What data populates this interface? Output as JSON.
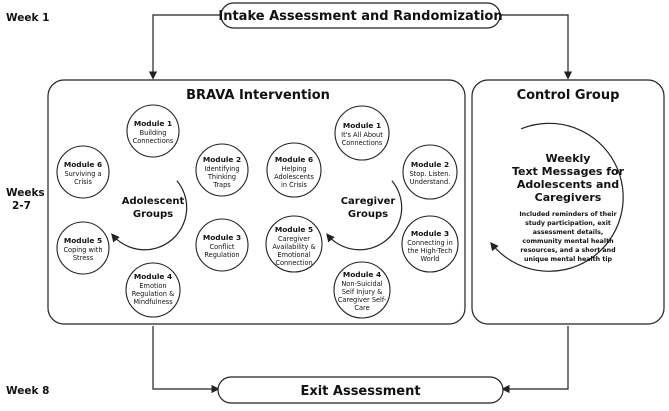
{
  "week_labels": {
    "week1": "Week 1",
    "weeks_mid_line1": "Weeks",
    "weeks_mid_line2": "2-7",
    "week8": "Week 8"
  },
  "intake": {
    "label": "Intake Assessment and Randomization"
  },
  "exit": {
    "label": "Exit Assessment"
  },
  "intervention": {
    "title": "BRAVA Intervention",
    "adolescent_group": {
      "line1": "Adolescent",
      "line2": "Groups"
    },
    "caregiver_group": {
      "line1": "Caregiver",
      "line2": "Groups"
    },
    "adolescent_modules": [
      {
        "title": "Module 1",
        "lines": [
          "Building",
          "Connections"
        ]
      },
      {
        "title": "Module 2",
        "lines": [
          "Identifying",
          "Thinking",
          "Traps"
        ]
      },
      {
        "title": "Module 3",
        "lines": [
          "Conflict",
          "Regulation"
        ]
      },
      {
        "title": "Module 4",
        "lines": [
          "Emotion",
          "Regulation &",
          "Mindfulness"
        ]
      },
      {
        "title": "Module 5",
        "lines": [
          "Coping with",
          "Stress"
        ]
      },
      {
        "title": "Module 6",
        "lines": [
          "Surviving a",
          "Crisis"
        ]
      }
    ],
    "caregiver_modules": [
      {
        "title": "Module 1",
        "lines": [
          "It's All About",
          "Connections"
        ]
      },
      {
        "title": "Module 2",
        "lines": [
          "Stop. Listen.",
          "Understand."
        ]
      },
      {
        "title": "Module 3",
        "lines": [
          "Connecting in",
          "the High-Tech",
          "World"
        ]
      },
      {
        "title": "Module 4",
        "lines": [
          "Non-Suicidal",
          "Self Injury &",
          "Caregiver Self-",
          "Care"
        ]
      },
      {
        "title": "Module 5",
        "lines": [
          "Caregiver",
          "Availability &",
          "Emotional",
          "Connection"
        ]
      },
      {
        "title": "Module 6",
        "lines": [
          "Helping",
          "Adolescents",
          "in Crisis"
        ]
      }
    ]
  },
  "control": {
    "title": "Control Group",
    "heading_lines": [
      "Weekly",
      "Text Messages for",
      "Adolescents and",
      "Caregivers"
    ],
    "body_lines": [
      "Included reminders of their",
      "study participation, exit",
      "assessment details,",
      "community mental health",
      "resources, and a short and",
      "unique mental health tip"
    ]
  }
}
